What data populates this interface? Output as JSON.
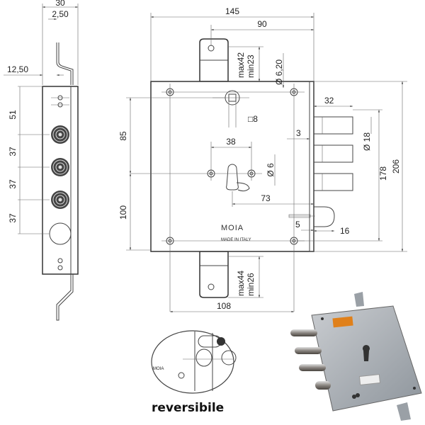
{
  "side_view": {
    "dims": {
      "width": "30",
      "thickness": "2,50",
      "offset": "12,50",
      "d1": "51",
      "d2": "37",
      "d3": "37",
      "d4": "37"
    }
  },
  "front_view": {
    "dims": {
      "total_width": "145",
      "backset": "90",
      "top_tab_max": "max42",
      "top_tab_min": "min23",
      "hole_dia": "Ø 6,20",
      "bolt_projection": "32",
      "spindle": "□8",
      "gap": "3",
      "upper_height": "85",
      "hole_spacing": "38",
      "cyl_hole_dia": "Ø 6",
      "bolt_dia": "Ø 18",
      "height_inner": "178",
      "height_total": "206",
      "cyl_backset": "73",
      "lower_height": "100",
      "latch_gap": "5",
      "latch_width": "16",
      "bottom_tab_max": "max44",
      "bottom_tab_min": "min26",
      "bottom_hole_spacing": "108"
    },
    "brand": "MOIA",
    "made_in": "MADE IN ITALY"
  },
  "inset": {
    "brand": "MOIA",
    "caption": "reversibile"
  }
}
